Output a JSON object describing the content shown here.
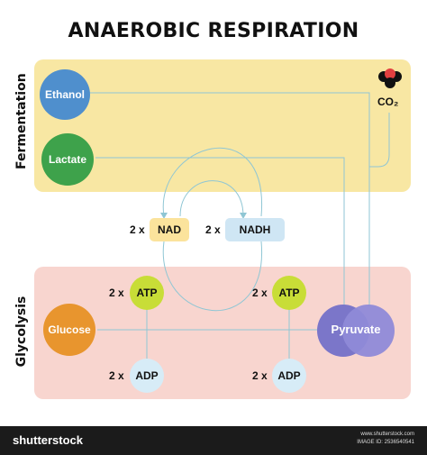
{
  "title": "ANAEROBIC RESPIRATION",
  "sections": {
    "fermentation": "Fermentation",
    "glycolysis": "Glycolysis"
  },
  "molecules": {
    "ethanol": "Ethanol",
    "lactate": "Lactate",
    "glucose": "Glucose",
    "pyruvate": "Pyruvate",
    "co2": "CO₂"
  },
  "cofactors": {
    "nad": {
      "mult": "2 x",
      "label": "NAD"
    },
    "nadh": {
      "mult": "2 x",
      "label": "NADH"
    },
    "atp_left": {
      "mult": "2 x",
      "label": "ATP"
    },
    "atp_right": {
      "mult": "2 x",
      "label": "ATP"
    },
    "adp_left": {
      "mult": "2 x",
      "label": "ADP"
    },
    "adp_right": {
      "mult": "2 x",
      "label": "ADP"
    }
  },
  "footer": {
    "brand": "shutterstock",
    "credit_line1": "www.shutterstock.com",
    "credit_line2": "IMAGE ID: 2536540541"
  },
  "colors": {
    "ethanol": "#4f8fcd",
    "lactate": "#3ea24b",
    "glucose": "#e8952e",
    "pyruvate": "#7b76c9",
    "atp": "#c8dd37",
    "adp": "#d7ecf7",
    "nad": "#fbe39c",
    "nadh": "#cfe6f4",
    "line": "#8fc6d4"
  }
}
